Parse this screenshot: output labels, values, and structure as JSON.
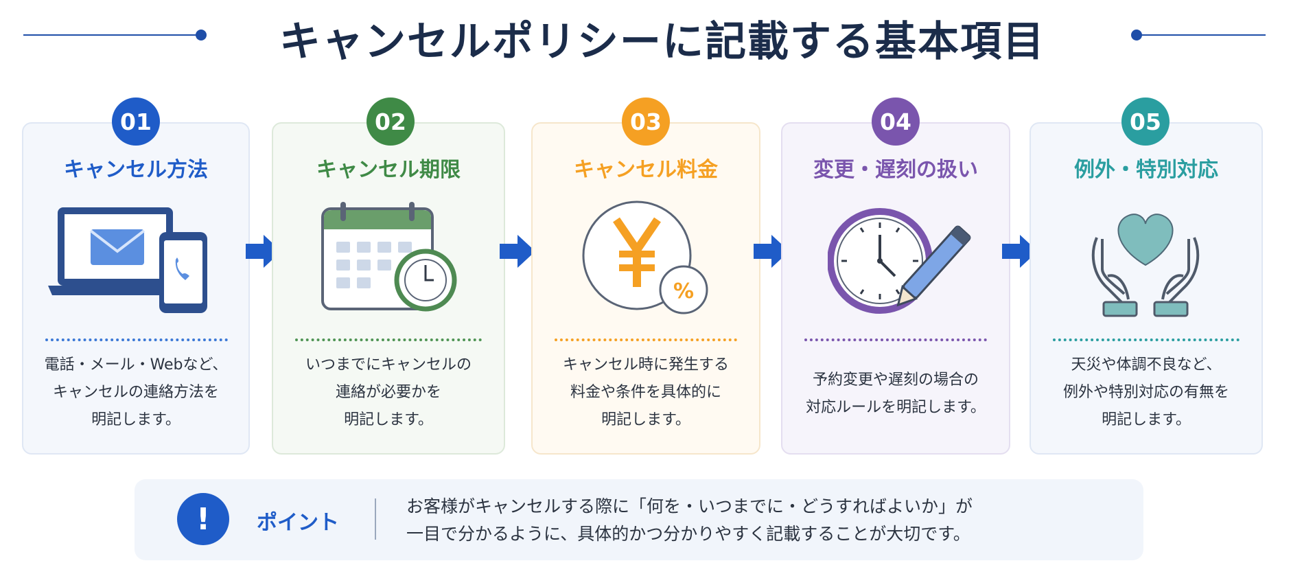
{
  "header": {
    "title": "キャンセルポリシーに記載する基本項目"
  },
  "colors": {
    "navy": "#1f4ea8",
    "blue": "#1f5cc8",
    "green": "#3f8a46",
    "orange": "#f5a023",
    "purple": "#7a55ad",
    "teal": "#2a9ea0"
  },
  "steps": [
    {
      "number": "01",
      "title": "キャンセル方法",
      "icon": "laptop-phone-mail-icon",
      "desc": [
        "電話・メール・Webなど、",
        "キャンセルの連絡方法を",
        "明記します。"
      ]
    },
    {
      "number": "02",
      "title": "キャンセル期限",
      "icon": "calendar-clock-icon",
      "desc": [
        "いつまでにキャンセルの",
        "連絡が必要かを",
        "明記します。"
      ]
    },
    {
      "number": "03",
      "title": "キャンセル料金",
      "icon": "yen-percent-icon",
      "desc": [
        "キャンセル時に発生する",
        "料金や条件を具体的に",
        "明記します。"
      ]
    },
    {
      "number": "04",
      "title": "変更・遅刻の扱い",
      "icon": "clock-pencil-icon",
      "desc": [
        "予約変更や遅刻の場合の",
        "対応ルールを明記します。"
      ]
    },
    {
      "number": "05",
      "title": "例外・特別対応",
      "icon": "hands-heart-icon",
      "desc": [
        "天災や体調不良など、",
        "例外や特別対応の有無を",
        "明記します。"
      ]
    }
  ],
  "point": {
    "icon_text": "!",
    "label": "ポイント",
    "lines": [
      "お客様がキャンセルする際に「何を・いつまでに・どうすればよいか」が",
      "一目で分かるように、具体的かつ分かりやすく記載することが大切です。"
    ]
  }
}
